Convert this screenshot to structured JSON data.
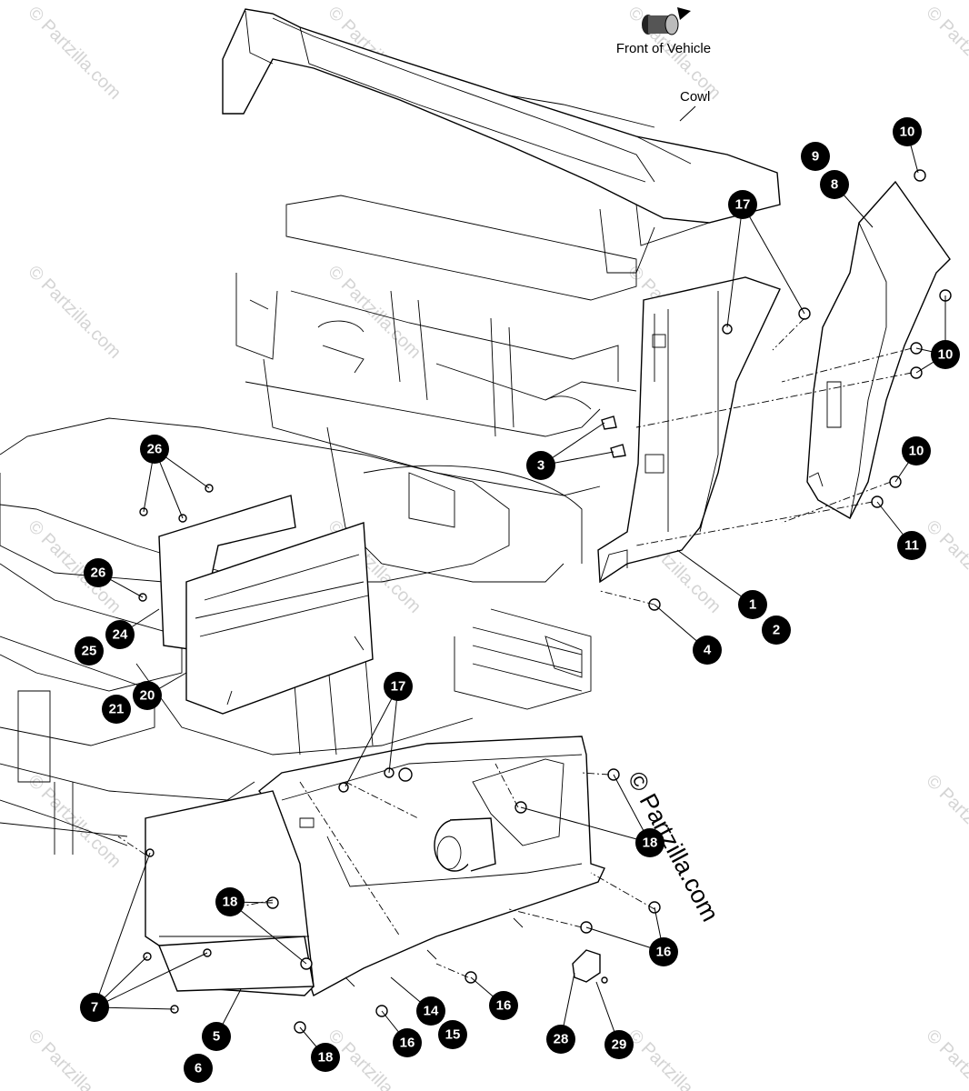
{
  "orientation": {
    "label": "Front of Vehicle",
    "icon": "arrow-icon"
  },
  "cowl_label": "Cowl",
  "watermark": "© Partzilla.com",
  "callouts": [
    {
      "id": "c1",
      "number": "1"
    },
    {
      "id": "c2",
      "number": "2"
    },
    {
      "id": "c3",
      "number": "3"
    },
    {
      "id": "c4",
      "number": "4"
    },
    {
      "id": "c5",
      "number": "5"
    },
    {
      "id": "c6",
      "number": "6"
    },
    {
      "id": "c7",
      "number": "7"
    },
    {
      "id": "c8",
      "number": "8"
    },
    {
      "id": "c9",
      "number": "9"
    },
    {
      "id": "c10a",
      "number": "10"
    },
    {
      "id": "c10b",
      "number": "10"
    },
    {
      "id": "c10c",
      "number": "10"
    },
    {
      "id": "c11",
      "number": "11"
    },
    {
      "id": "c14",
      "number": "14"
    },
    {
      "id": "c15",
      "number": "15"
    },
    {
      "id": "c16a",
      "number": "16"
    },
    {
      "id": "c16b",
      "number": "16"
    },
    {
      "id": "c16c",
      "number": "16"
    },
    {
      "id": "c17a",
      "number": "17"
    },
    {
      "id": "c17b",
      "number": "17"
    },
    {
      "id": "c18a",
      "number": "18"
    },
    {
      "id": "c18b",
      "number": "18"
    },
    {
      "id": "c18c",
      "number": "18"
    },
    {
      "id": "c20",
      "number": "20"
    },
    {
      "id": "c21",
      "number": "21"
    },
    {
      "id": "c24",
      "number": "24"
    },
    {
      "id": "c25",
      "number": "25"
    },
    {
      "id": "c26a",
      "number": "26"
    },
    {
      "id": "c26b",
      "number": "26"
    },
    {
      "id": "c28",
      "number": "28"
    },
    {
      "id": "c29",
      "number": "29"
    }
  ]
}
